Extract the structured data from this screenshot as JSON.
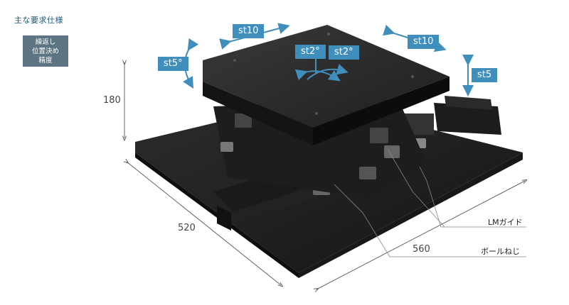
{
  "specs": {
    "heading": "主な要求仕様",
    "badge_lines": [
      "繰返し",
      "位置決め",
      "精度"
    ]
  },
  "motion": {
    "st10_left": "st10",
    "st10_right": "st10",
    "st5_left": "st5°",
    "st5_right": "st5",
    "st2_a": "st2°",
    "st2_b": "st2°"
  },
  "dimensions": {
    "height": "180",
    "depth": "520",
    "width": "560"
  },
  "callouts": {
    "lm_guide": "LMガイド",
    "ball_screw": "ボールねじ"
  },
  "colors": {
    "label_bg": "#3f8ebc",
    "arrow": "#3f8ebc",
    "badge_bg": "#5d7482"
  }
}
